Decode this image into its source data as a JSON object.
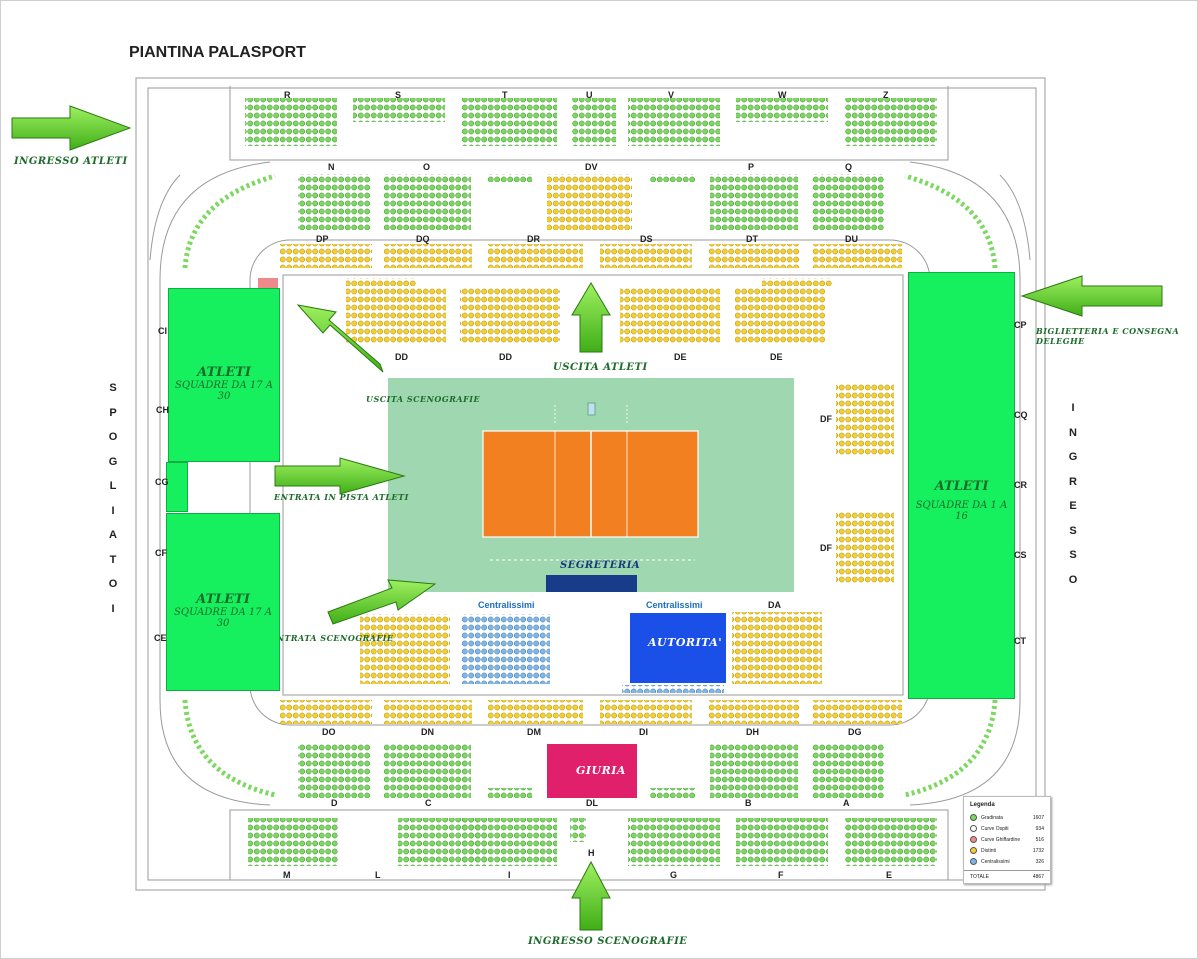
{
  "title": "PIANTINA PALASPORT",
  "notes": {
    "ingresso_atleti": "INGRESSO ATLETI",
    "biglietteria": "BIGLIETTERIA E CONSEGNA DELEGHE",
    "uscita_atleti": "USCITA ATLETI",
    "uscita_scenografie": "USCITA SCENOGRAFIE",
    "entrata_pista_atleti": "ENTRATA IN PISTA ATLETI",
    "entrata_scenografie": "ENTRATA SCENOGRAFIE",
    "ingresso_scenografie": "INGRESSO SCENOGRAFIE",
    "segreteria": "SEGRETERIA"
  },
  "vertical_words": {
    "left": "SPOGLIATOI",
    "right": "INGRESSO"
  },
  "zones": {
    "atleti_left_top": {
      "title": "ATLETI",
      "sub": "SQUADRE DA 17 A 30"
    },
    "atleti_left_bottom": {
      "title": "ATLETI",
      "sub": "SQUADRE DA 17 A 30"
    },
    "atleti_right": {
      "title": "ATLETI",
      "sub": "SQUADRE DA 1 A 16"
    },
    "giuria": "GIURIA",
    "autorita": "AUTORITA'",
    "centralissimi_left": "Centralissimi",
    "centralissimi_right": "Centralissimi"
  },
  "block_labels": {
    "R": "R",
    "S": "S",
    "T": "T",
    "U": "U",
    "V": "V",
    "W": "W",
    "Z": "Z",
    "N": "N",
    "O": "O",
    "DV": "DV",
    "P": "P",
    "Q": "Q",
    "DP": "DP",
    "DQ": "DQ",
    "DR": "DR",
    "DS": "DS",
    "DT": "DT",
    "DU": "DU",
    "DD1": "DD",
    "DD2": "DD",
    "DE1": "DE",
    "DE2": "DE",
    "CI": "CI",
    "CH": "CH",
    "CG": "CG",
    "CF": "CF",
    "CE": "CE",
    "CP": "CP",
    "CQ": "CQ",
    "CR": "CR",
    "CS": "CS",
    "CT": "CT",
    "DF1": "DF",
    "DF2": "DF",
    "DA": "DA",
    "DO": "DO",
    "DN": "DN",
    "DM": "DM",
    "DI": "DI",
    "DH": "DH",
    "DG": "DG",
    "D": "D",
    "C": "C",
    "DL": "DL",
    "B": "B",
    "A": "A",
    "M": "M",
    "L": "L",
    "I": "I",
    "H": "H",
    "G": "G",
    "F": "F",
    "E": "E"
  },
  "legend": {
    "title": "Legenda",
    "rows": [
      {
        "name": "Gradinata",
        "value": "1607",
        "color": "#7cd860"
      },
      {
        "name": "Curve Ospiti",
        "value": "934",
        "color": "#ffffff"
      },
      {
        "name": "Curve Ghiffardine",
        "value": "516",
        "color": "#f08a8a"
      },
      {
        "name": "Distinti",
        "value": "1732",
        "color": "#f5cf2e"
      },
      {
        "name": "Centralissimi",
        "value": "326",
        "color": "#7fb8e8"
      }
    ],
    "total_label": "TOTALE",
    "total_value": "4867"
  },
  "colors": {
    "stand_green": "#7cd860",
    "stand_yellow": "#f5cf2e",
    "stand_blue": "#7fb8e8",
    "zone_green": "#16f05e",
    "court_floor": "#9fd8b0",
    "court_orange": "#f28020",
    "segreteria_navy": "#183c8a",
    "autorita_blue": "#1a50e8",
    "giuria_magenta": "#e0206a",
    "arrow_green": "#5fd62a"
  }
}
